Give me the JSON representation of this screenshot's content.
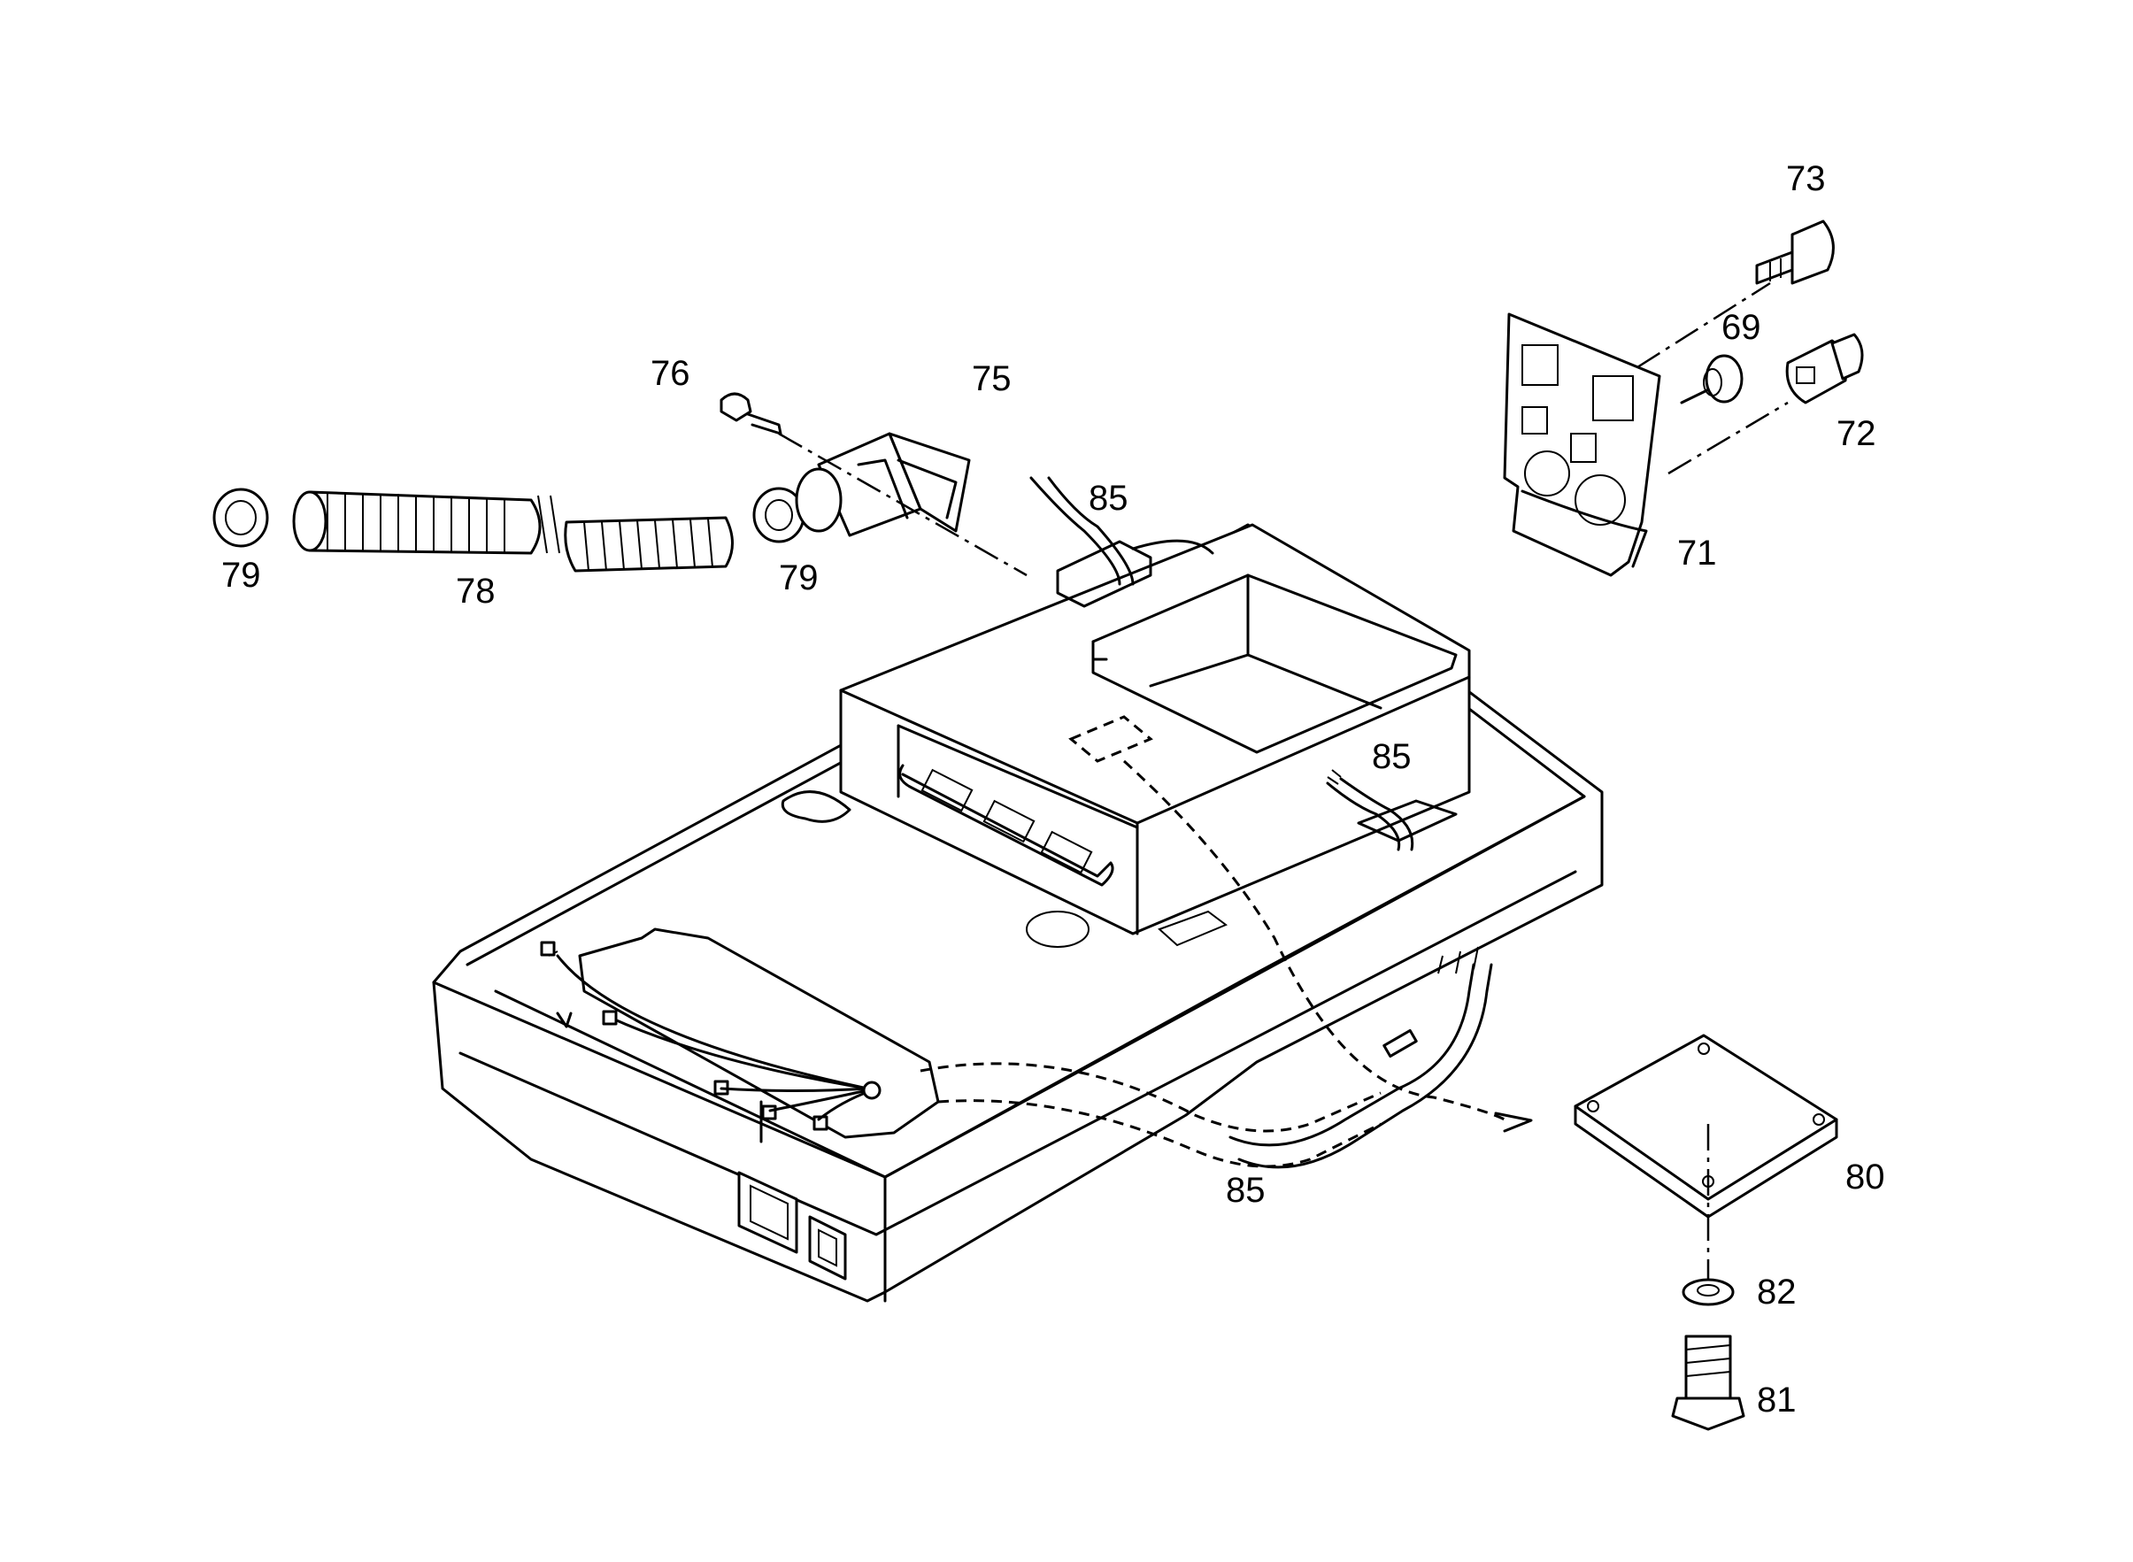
{
  "diagram": {
    "parts": {
      "p69": "69",
      "p71": "71",
      "p72": "72",
      "p73": "73",
      "p75": "75",
      "p76": "76",
      "p78": "78",
      "p79a": "79",
      "p79b": "79",
      "p80": "80",
      "p81": "81",
      "p82": "82",
      "p85a": "85",
      "p85b": "85",
      "p85c": "85"
    }
  }
}
